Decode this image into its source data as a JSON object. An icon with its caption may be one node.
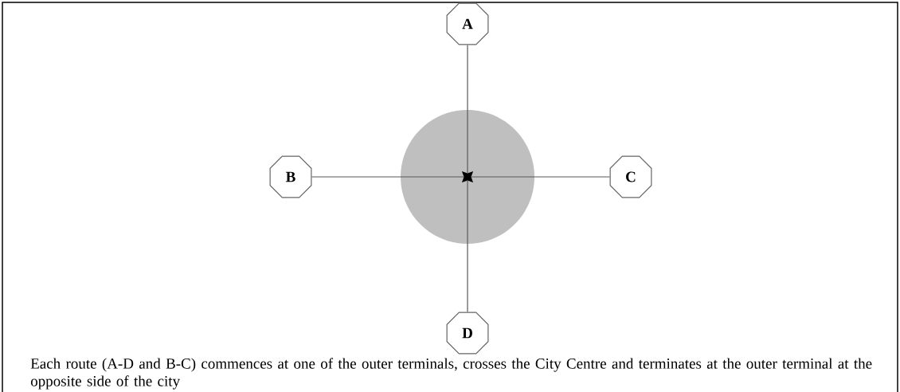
{
  "diagram": {
    "caption": "Each route (A-D and B-C) commences at one of the outer terminals, crosses the City Centre and terminates at the outer terminal at the opposite side of the city",
    "nodes": [
      {
        "text": [
          "A"
        ]
      },
      {
        "text": [
          "B"
        ]
      },
      {
        "text": [
          "C"
        ]
      },
      {
        "text": [
          "D"
        ]
      },
      {
        "text": [],
        "shape": "circle"
      },
      {
        "text": [],
        "shape": "star",
        "in": 4
      }
    ],
    "edges": [
      {
        "from": 0,
        "to": 5,
        "arrow": "none"
      },
      {
        "from": 5,
        "to": 3,
        "arrow": "none"
      },
      {
        "from": 1,
        "to": 5,
        "arrow": "none"
      },
      {
        "from": 5,
        "to": 2,
        "arrow": "none"
      }
    ]
  }
}
